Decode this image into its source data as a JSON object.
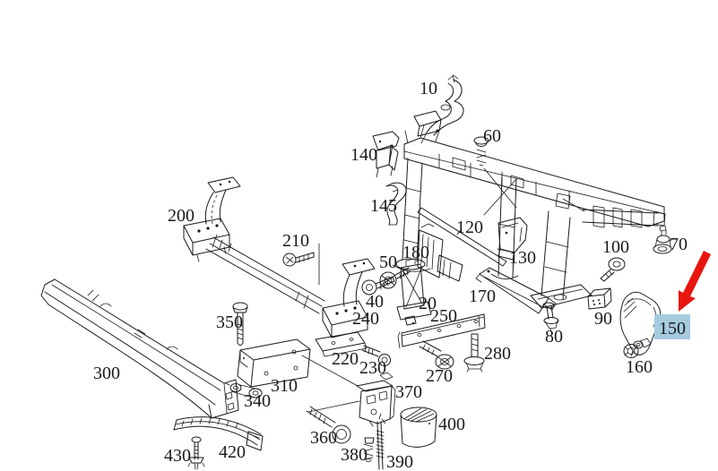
{
  "diagram": {
    "kind": "exploded-parts-diagram",
    "background_color": "#ffffff",
    "line_color": "#1a1a1a",
    "label_color": "#1a1a1a",
    "part_numbers": [
      "10",
      "20",
      "40",
      "50",
      "60",
      "70",
      "80",
      "90",
      "100",
      "120",
      "130",
      "140",
      "145",
      "150",
      "160",
      "170",
      "180",
      "200",
      "210",
      "220",
      "230",
      "240",
      "250",
      "270",
      "280",
      "300",
      "310",
      "340",
      "350",
      "360",
      "370",
      "380",
      "390",
      "400",
      "420",
      "430"
    ],
    "highlight": {
      "part_number": "150",
      "background": "#a6cbdf",
      "text_color": "#1d5068"
    },
    "annotation_arrow": {
      "color": "#e8160e",
      "points_to": "150",
      "direction": "down-left"
    }
  }
}
